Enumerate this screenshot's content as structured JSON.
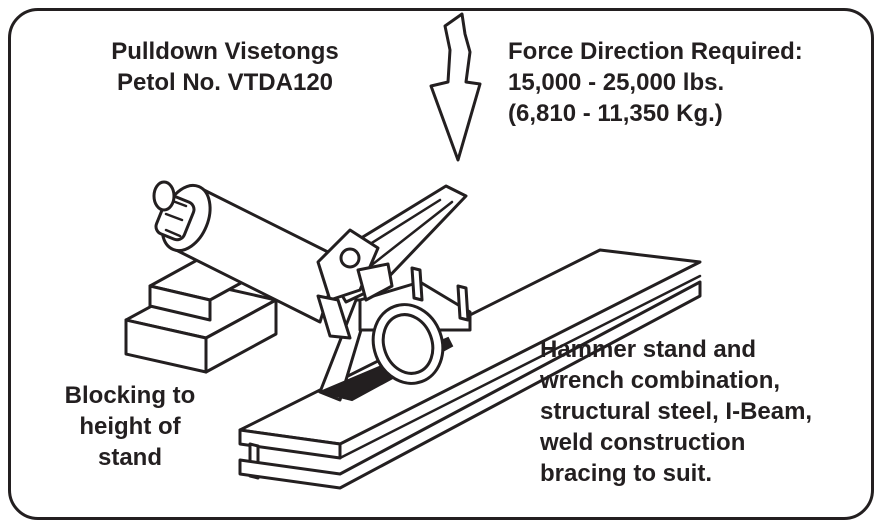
{
  "diagram": {
    "title_lines": [
      "Pulldown Visetongs",
      "Petol No. VTDA120"
    ],
    "force_lines": [
      "Force Direction Required:",
      "15,000 - 25,000 lbs.",
      "(6,810 - 11,350 Kg.)"
    ],
    "blocking_lines": [
      "Blocking to",
      "height of",
      "stand"
    ],
    "stand_lines": [
      "Hammer stand and",
      "wrench combination,",
      "structural steel, I-Beam,",
      "weld construction",
      "bracing to suit."
    ],
    "colors": {
      "ink": "#231f20",
      "background": "#ffffff"
    }
  }
}
